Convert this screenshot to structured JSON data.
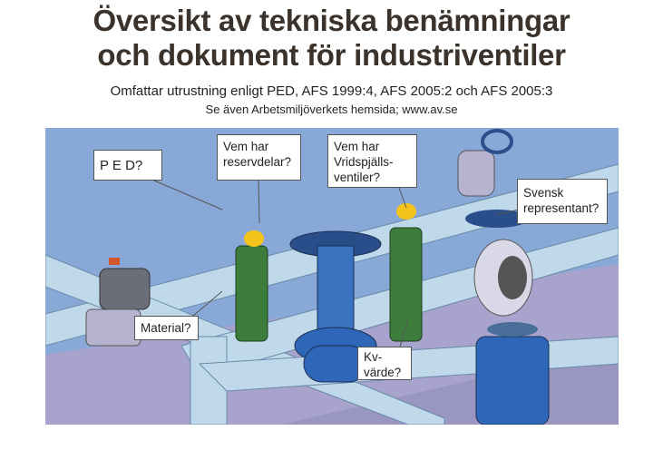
{
  "title": {
    "line1": "Översikt av tekniska benämningar",
    "line2": "och dokument för  industriventiler"
  },
  "subtitle": {
    "line1": "Omfattar utrustning enligt PED, AFS 1999:4, AFS 2005:2 och AFS 2005:3",
    "line2": "Se även Arbetsmiljöverkets hemsida; www.av.se"
  },
  "illustration": {
    "bubbles": {
      "ped": "P E D?",
      "spare_parts_1": "Vem har",
      "spare_parts_2": "reservdelar?",
      "butterfly_1": "Vem har",
      "butterfly_2": "Vridspjälls-",
      "butterfly_3": "ventiler?",
      "rep_1": "Svensk",
      "rep_2": "representant?",
      "material": "Material?",
      "kv_1": "Kv-",
      "kv_2": "värde?"
    },
    "colors": {
      "sky": "#88a8d8",
      "floor": "#a7a3cc",
      "pipe": "#bfd9ea",
      "valve": "#2f67b8",
      "worker": "#3c7d3c",
      "helmet": "#f2c31b"
    }
  }
}
